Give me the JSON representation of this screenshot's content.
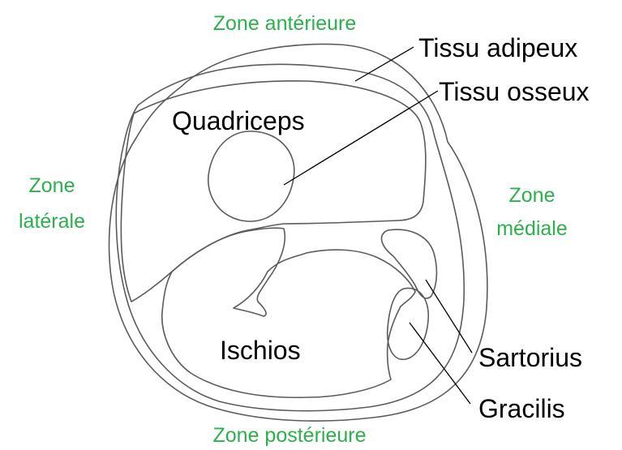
{
  "colors": {
    "zone_text": "#2bb04b",
    "label_text": "#000000",
    "outline": "#5b5b5b"
  },
  "zones": {
    "anterior": "Zone antérieure",
    "lateral_line1": "Zone",
    "lateral_line2": "latérale",
    "medial_line1": "Zone",
    "medial_line2": "médiale",
    "posterior": "Zone postérieure"
  },
  "labels": {
    "adipose": "Tissu adipeux",
    "bone": "Tissu osseux",
    "quadriceps": "Quadriceps",
    "hamstrings": "Ischios",
    "sartorius": "Sartorius",
    "gracilis": "Gracilis"
  }
}
